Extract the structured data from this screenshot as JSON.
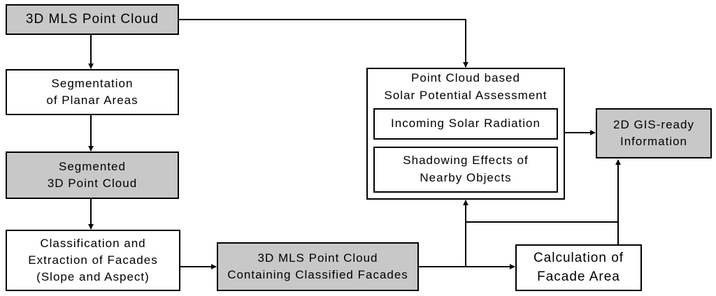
{
  "nodes": {
    "mls_point_cloud": {
      "lines": [
        "3D MLS Point Cloud"
      ]
    },
    "segmentation": {
      "lines": [
        "Segmentation",
        "of Planar Areas"
      ]
    },
    "segmented_cloud": {
      "lines": [
        "Segmented",
        "3D Point Cloud"
      ]
    },
    "classification": {
      "lines": [
        "Classification and",
        "Extraction of Facades",
        "(Slope and Aspect)"
      ]
    },
    "classified_cloud": {
      "lines": [
        "3D MLS Point Cloud",
        "Containing Classified Facades"
      ]
    },
    "solar_assessment": {
      "lines": [
        "Point Cloud based",
        "Solar Potential Assessment"
      ],
      "incoming": {
        "lines": [
          "Incoming Solar Radiation"
        ]
      },
      "shadowing": {
        "lines": [
          "Shadowing Effects of",
          "Nearby Objects"
        ]
      }
    },
    "gis_info": {
      "lines": [
        "2D GIS-ready",
        "Information"
      ]
    },
    "facade_area": {
      "lines": [
        "Calculation of",
        "Facade Area"
      ]
    }
  },
  "colors": {
    "gray_fill": "#c8c8c8",
    "white_fill": "#ffffff",
    "stroke": "#000000"
  }
}
